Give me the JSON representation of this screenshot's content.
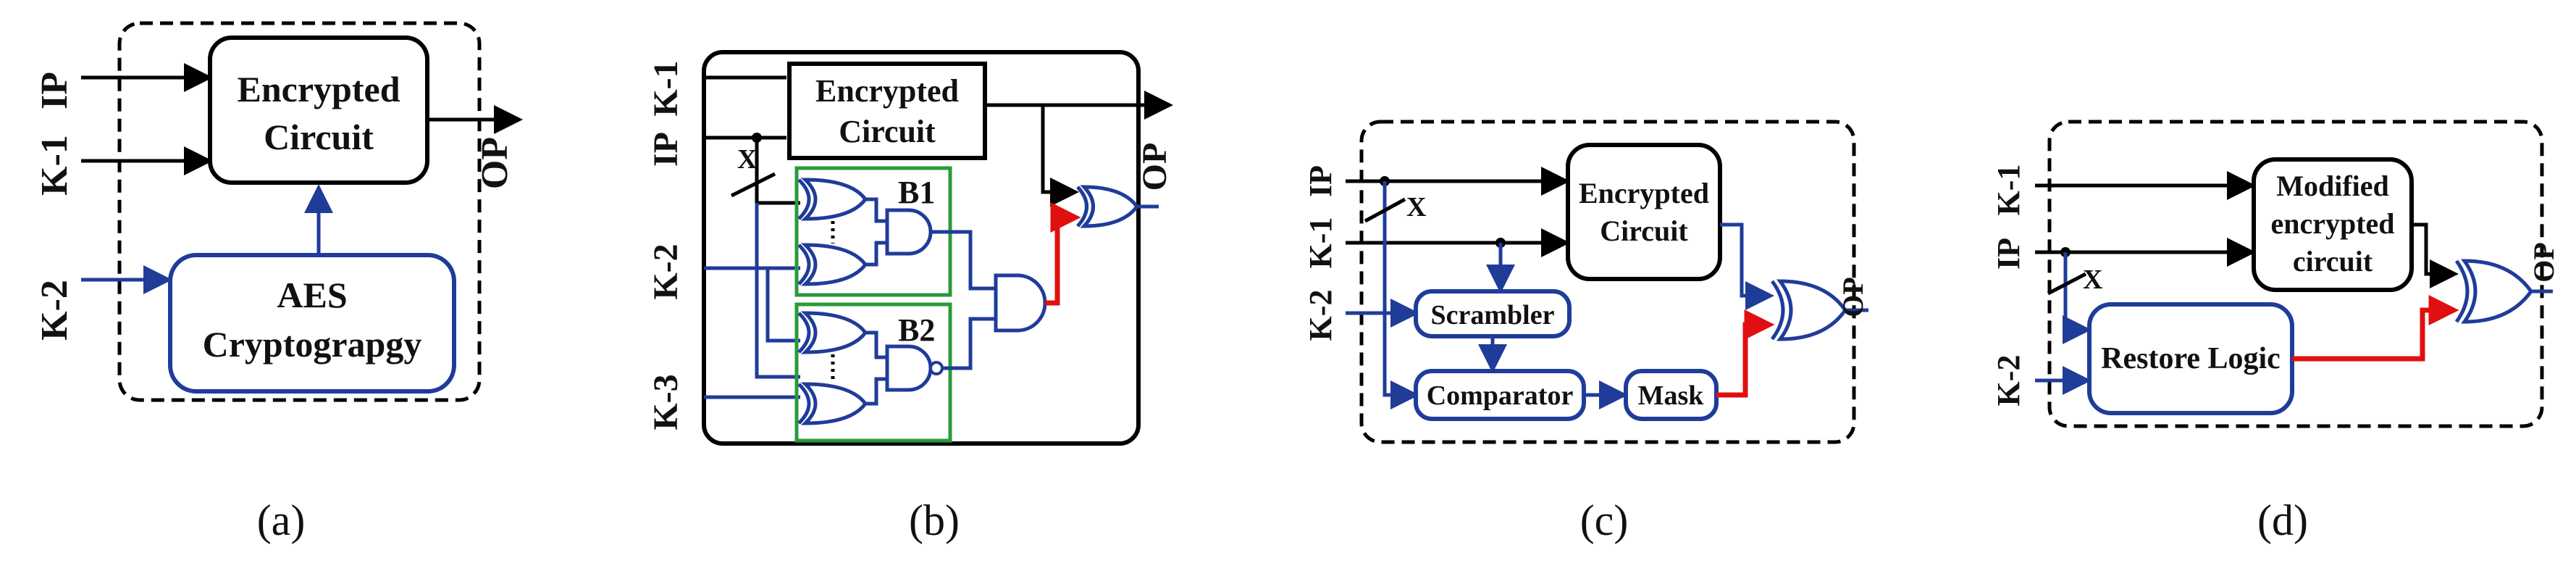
{
  "panel_a": {
    "caption": "(a)",
    "inputs": {
      "ip": "IP",
      "k1": "K-1",
      "k2": "K-2"
    },
    "output": "OP",
    "block_main": [
      "Encrypted",
      "Circuit"
    ],
    "block_aes": [
      "AES",
      "Cryptograpgy"
    ]
  },
  "panel_b": {
    "caption": "(b)",
    "inputs": {
      "ip": "IP",
      "k1": "K-1",
      "k2": "K-2",
      "k3": "K-3"
    },
    "output": "OP",
    "block_main": [
      "Encrypted",
      "Circuit"
    ],
    "tap": "X",
    "group1": "B1",
    "group2": "B2"
  },
  "panel_c": {
    "caption": "(c)",
    "inputs": {
      "ip": "IP",
      "k1": "K-1",
      "k2": "K-2"
    },
    "output": "OP",
    "block_main": [
      "Encrypted",
      "Circuit"
    ],
    "tap": "X",
    "scrambler": "Scrambler",
    "comparator": "Comparator",
    "mask": "Mask"
  },
  "panel_d": {
    "caption": "(d)",
    "inputs": {
      "ip": "IP",
      "k1": "K-1",
      "k2": "K-2"
    },
    "output": "OP",
    "block_main": [
      "Modified",
      "encrypted",
      "circuit"
    ],
    "tap": "X",
    "restore": "Restore Logic"
  }
}
